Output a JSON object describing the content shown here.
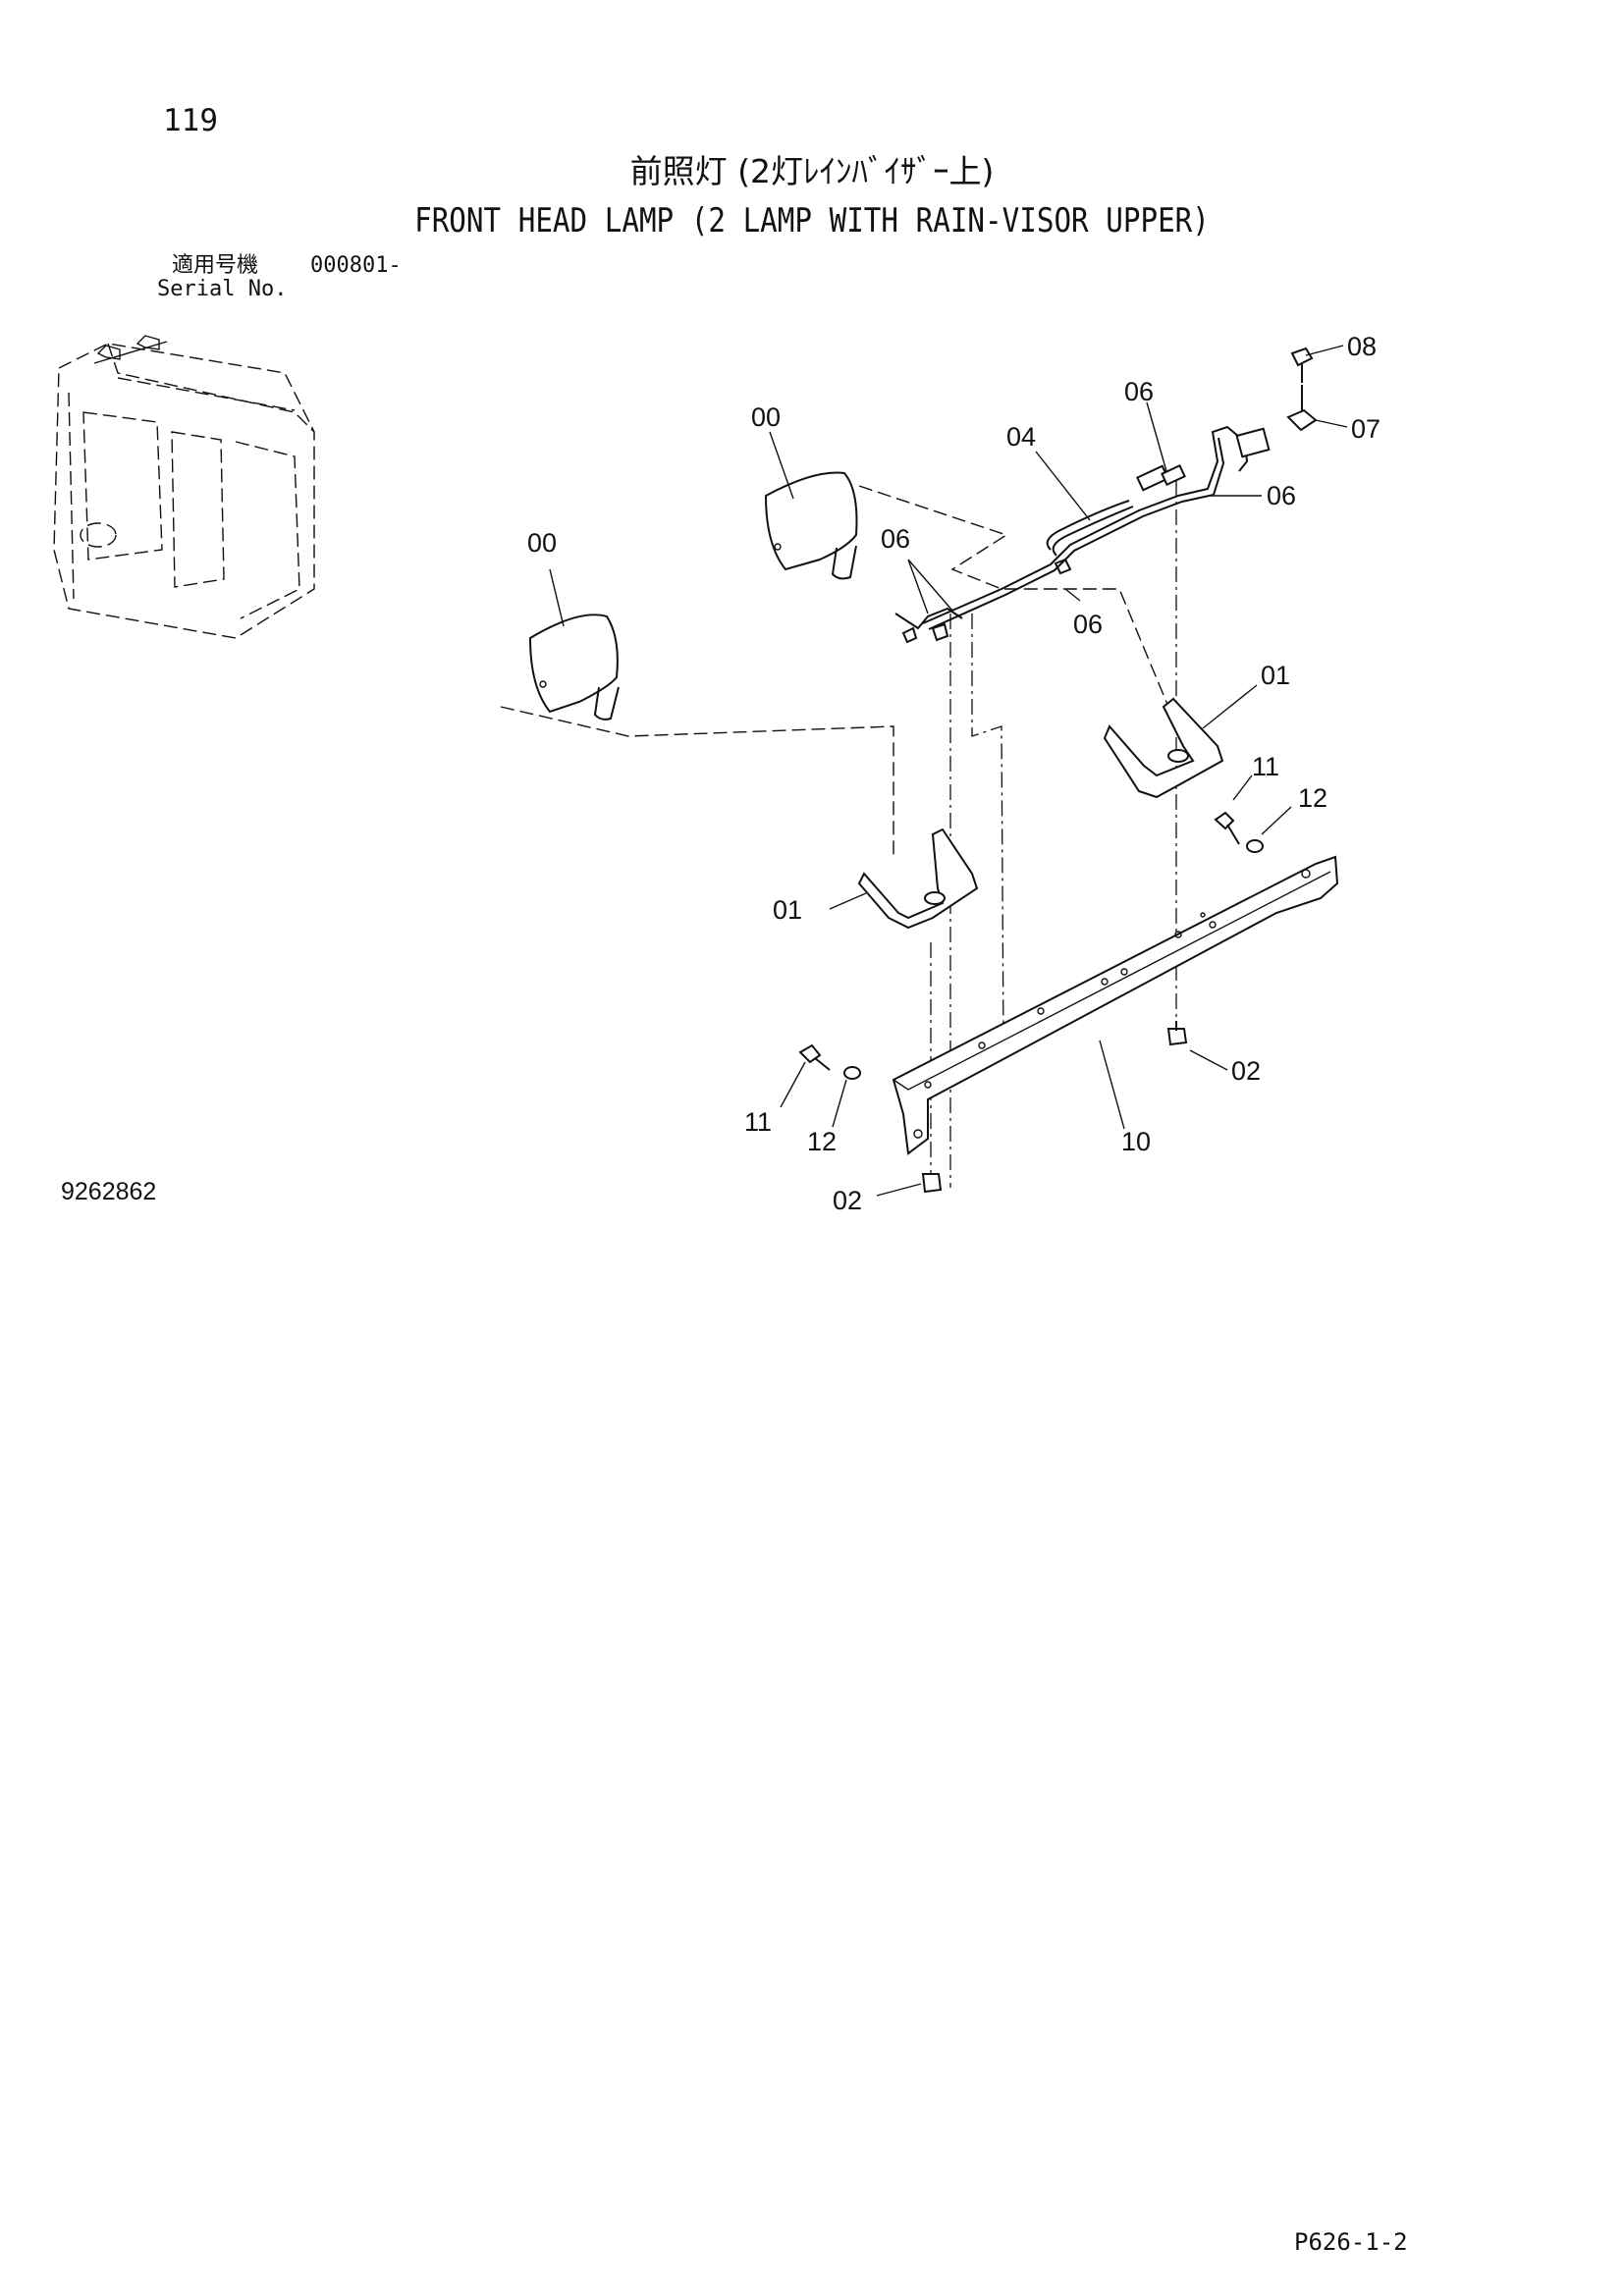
{
  "page_number": "119",
  "title_jp": "前照灯 (2灯ﾚｲﾝﾊﾞｲｻﾞｰ上)",
  "title_en": "FRONT HEAD LAMP (2 LAMP WITH RAIN-VISOR UPPER)",
  "serial_label_jp": "適用号機",
  "serial_number": "000801-",
  "serial_label_en": "Serial No.",
  "drawing_id": "9262862",
  "page_code": "P626-1-2",
  "callouts": {
    "c08": "08",
    "c07": "07",
    "c06a": "06",
    "c06b": "06",
    "c06c": "06",
    "c06d": "06",
    "c04": "04",
    "c00a": "00",
    "c00b": "00",
    "c01a": "01",
    "c01b": "01",
    "c11a": "11",
    "c12a": "12",
    "c11b": "11",
    "c12b": "12",
    "c02a": "02",
    "c02b": "02",
    "c10": "10"
  }
}
